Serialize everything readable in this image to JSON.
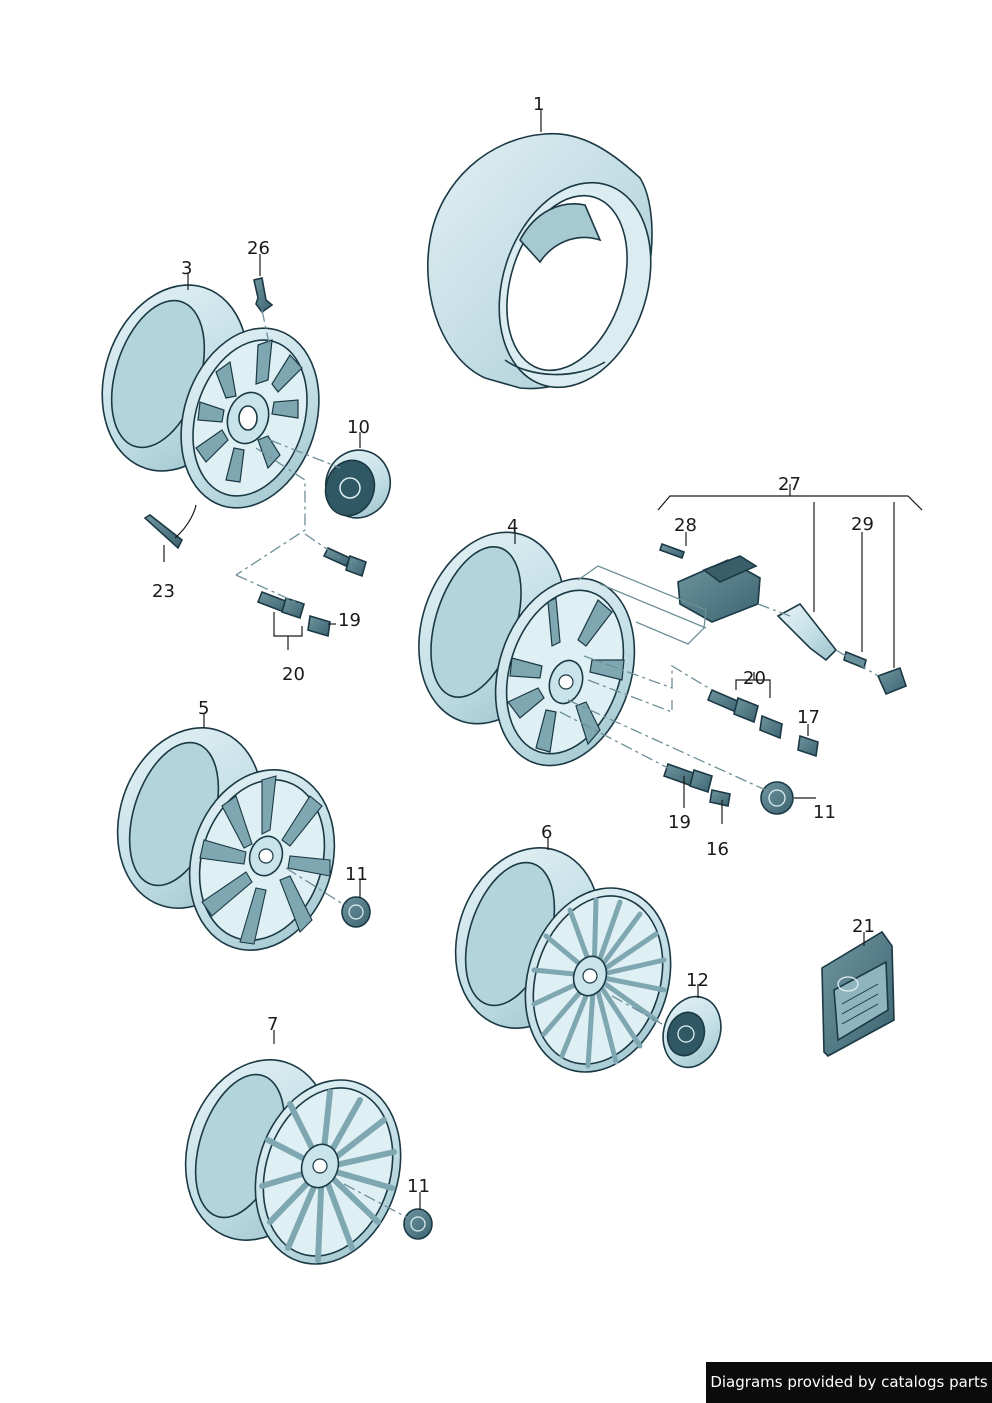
{
  "callouts": {
    "c1": "1",
    "c3": "3",
    "c26": "26",
    "c10": "10",
    "c23": "23",
    "c19a": "19",
    "c20a": "20",
    "c4": "4",
    "c27": "27",
    "c28": "28",
    "c29": "29",
    "c20b": "20",
    "c17": "17",
    "c19b": "19",
    "c16": "16",
    "c11a": "11",
    "c5": "5",
    "c11b": "11",
    "c6": "6",
    "c21": "21",
    "c12": "12",
    "c7": "7",
    "c11c": "11"
  },
  "footer": {
    "credit": "Diagrams provided by catalogs parts"
  },
  "colors": {
    "part_fill": "#c9e3ea",
    "part_light": "#e8f4f7",
    "part_dark": "#7fa7b2",
    "outline": "#1b3944",
    "leader_dash": "#6f8f98"
  }
}
